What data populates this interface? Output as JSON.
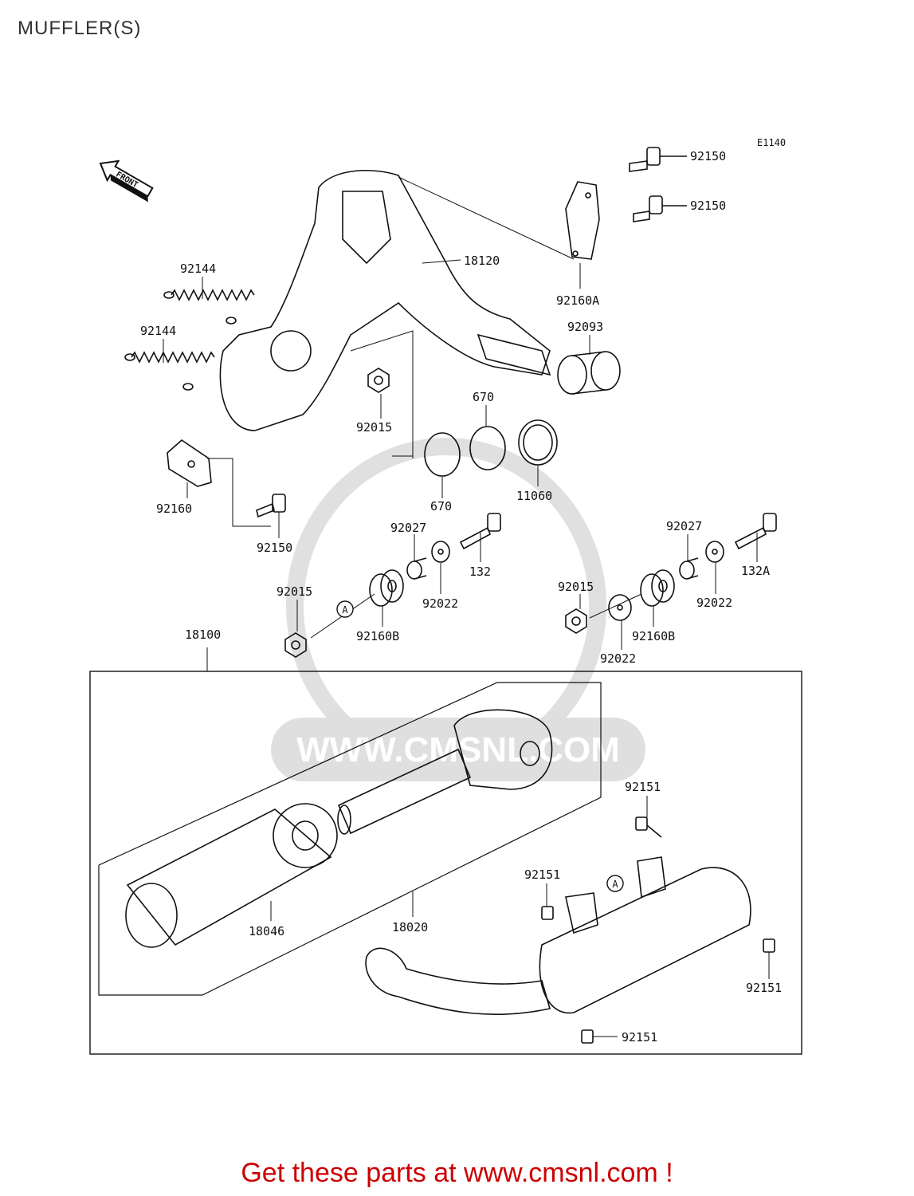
{
  "header": {
    "title": "MUFFLER(S)"
  },
  "diagram": {
    "code": "E1140",
    "front_label": "FRONT",
    "watermark": "WWW.CMSNL.COM",
    "ref_marker": "A",
    "labels": {
      "p92150_top": "92150",
      "p92150_mid": "92150",
      "p18120": "18120",
      "p92160A": "92160A",
      "p92093": "92093",
      "p92144_a": "92144",
      "p92144_b": "92144",
      "p92015_top": "92015",
      "p670_top": "670",
      "p670_bot": "670",
      "p11060": "11060",
      "p92160": "92160",
      "p92150_left": "92150",
      "p92027_left": "92027",
      "p132": "132",
      "p92022_left": "92022",
      "p92027_right": "92027",
      "p132A": "132A",
      "p92022_right": "92022",
      "p92015_left": "92015",
      "p92160B_left": "92160B",
      "p92015_right": "92015",
      "p92160B_right": "92160B",
      "p92022_mid": "92022",
      "p18100": "18100",
      "p92151_a": "92151",
      "p92151_b": "92151",
      "p92151_c": "92151",
      "p92151_d": "92151",
      "p18046": "18046",
      "p18020": "18020"
    }
  },
  "footer": {
    "cta": "Get these parts at www.cmsnl.com !"
  }
}
